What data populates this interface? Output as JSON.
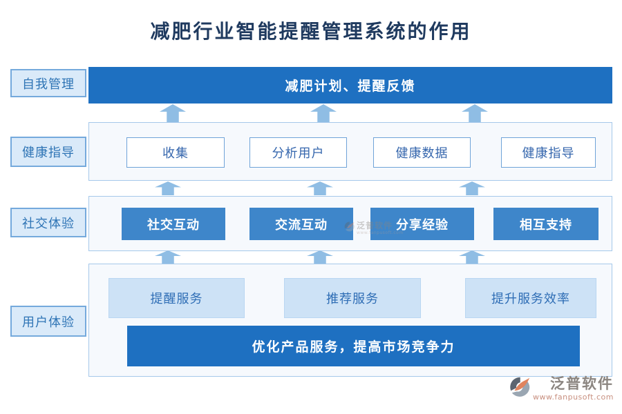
{
  "title": "减肥行业智能提醒管理系统的作用",
  "rows": [
    {
      "label": "自我管理",
      "bar": "减肥计划、提醒反馈"
    },
    {
      "label": "健康指导",
      "boxes": [
        "收集",
        "分析用户",
        "健康数据",
        "健康指导"
      ]
    },
    {
      "label": "社交体验",
      "boxes": [
        "社交互动",
        "交流互动",
        "分享经验",
        "相互支持"
      ]
    },
    {
      "label": "用户体验",
      "boxes": [
        "提醒服务",
        "推荐服务",
        "提升服务效率"
      ],
      "bar": "优化产品服务，提高市场竞争力"
    }
  ],
  "watermark": {
    "brand": "泛普软件",
    "url": "www.fanpusoft.com"
  },
  "colors": {
    "primary_bar": "#1e70c1",
    "solid_box": "#3e86ca",
    "light_box": "#cde2f6",
    "label_bg": "#daeaf9",
    "label_border": "#74a9dc",
    "container_bg": "#f6f9fd",
    "container_border": "#a5c8ea",
    "arrow": "#8fbde4",
    "blue_text": "#2e74b5",
    "title_text": "#1f3a5f"
  }
}
